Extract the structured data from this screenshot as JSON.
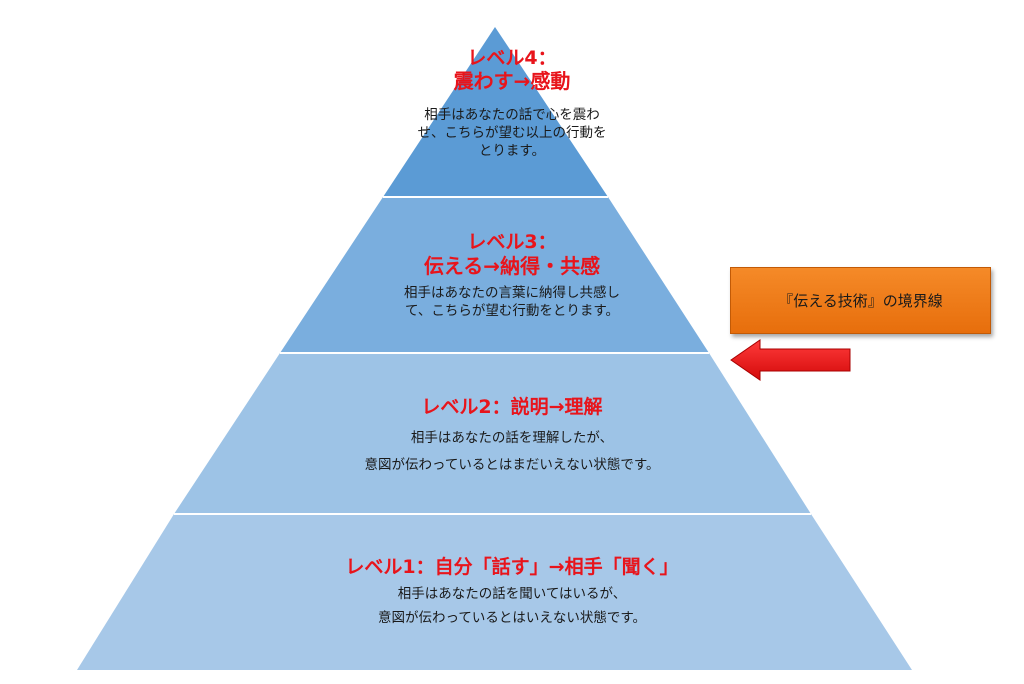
{
  "pyramid": {
    "colors": {
      "level4": "#5b9bd5",
      "level3": "#7aaede",
      "level2": "#9dc3e6",
      "level1": "#a7c8e8",
      "title": "#e8141b",
      "divider": "#ffffff"
    },
    "levels": [
      {
        "id": "level4",
        "title_line1": "レベル4：",
        "title_line2": "震わす→感動",
        "desc": [
          "相手はあなたの話で心を震わ",
          "せ、こちらが望む以上の行動を",
          "とります。"
        ]
      },
      {
        "id": "level3",
        "title_line1": "レベル3：",
        "title_line2": "伝える→納得・共感",
        "desc": [
          "相手はあなたの言葉に納得し共感し",
          "て、こちらが望む行動をとります。"
        ]
      },
      {
        "id": "level2",
        "title_line1": "レベル2：説明→理解",
        "desc": [
          "相手はあなたの話を理解したが、",
          "意図が伝わっているとはまだいえない状態です。"
        ]
      },
      {
        "id": "level1",
        "title_line1": "レベル1：自分「話す」→相手「聞く」",
        "desc": [
          "相手はあなたの話を聞いてはいるが、",
          "意図が伝わっているとはいえない状態です。"
        ]
      }
    ]
  },
  "boundary": {
    "label": "『伝える技術』の境界線",
    "box_color": "#f07f1c",
    "arrow_color": "#e8141b"
  }
}
